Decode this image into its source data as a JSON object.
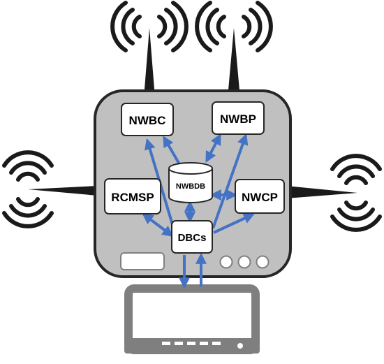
{
  "diagram": {
    "nodes": {
      "nwbc": "NWBC",
      "nwbp": "NWBP",
      "rcmsp": "RCMSP",
      "nwbdb": "NWBDB",
      "nwcp": "NWCP",
      "dbcs": "DBCs"
    },
    "colors": {
      "router_body": "#c0c0c0",
      "router_outline": "#262626",
      "box_fill": "#ffffff",
      "arrow": "#4472c4",
      "monitor": "#7f7f7f",
      "antenna": "#1a1a1a"
    },
    "icons": [
      "wifi-signal-icon",
      "database-cylinder-icon",
      "monitor-icon",
      "antenna-icon"
    ]
  }
}
